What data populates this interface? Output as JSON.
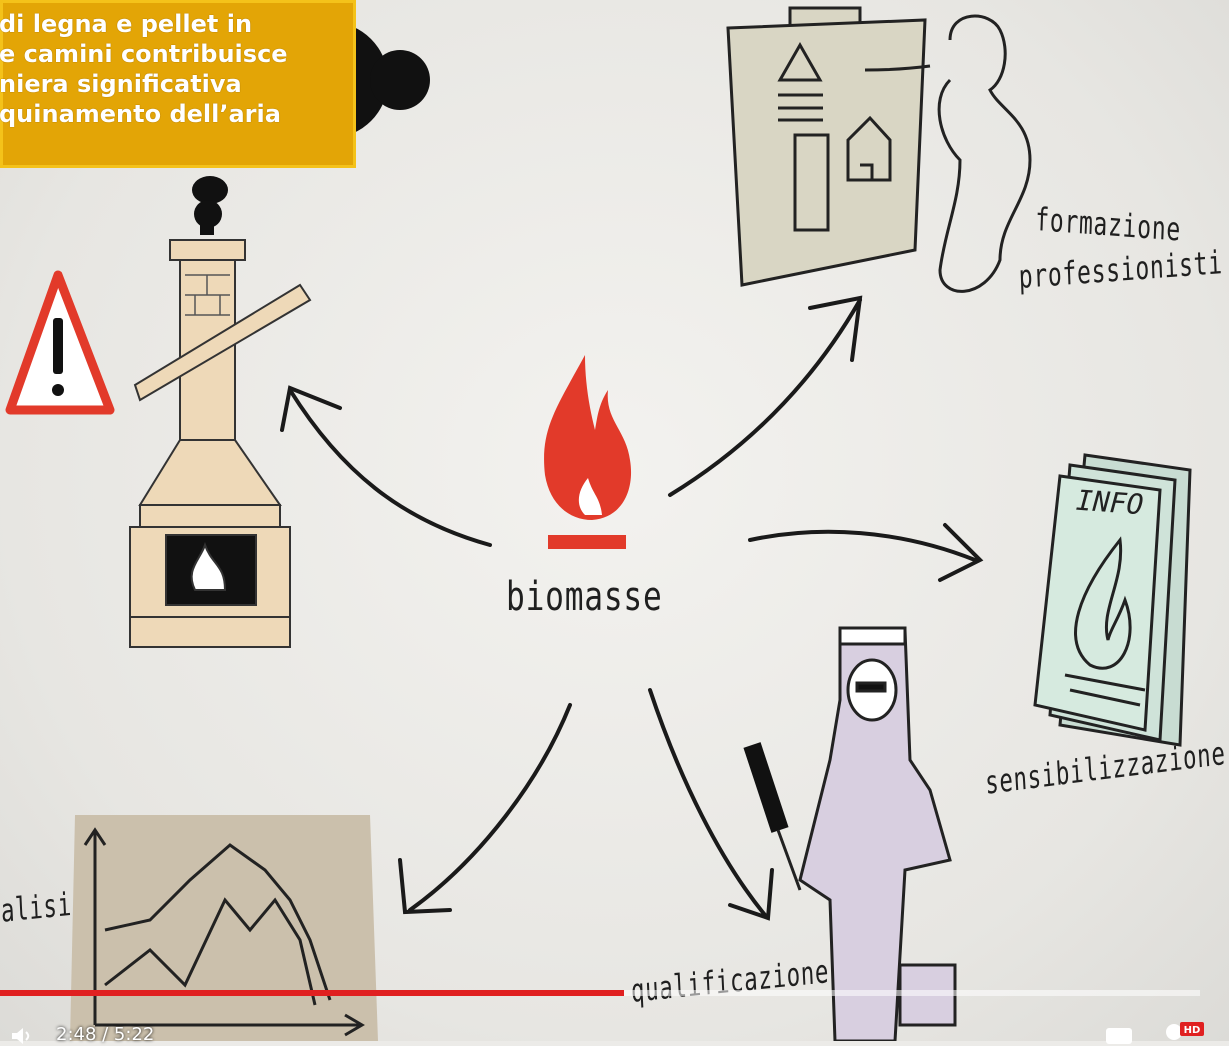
{
  "caption": {
    "lines": [
      "di legna e pellet in",
      "e camini  contribuisce",
      "niera significativa",
      "quinamento dell’aria"
    ]
  },
  "labels": {
    "center": "biomasse",
    "formazione_line1": "formazione",
    "formazione_line2": "professionisti",
    "sensibilizzazione": "sensibilizzazione",
    "analisi": "alisi",
    "qualificazione": "qualificazione",
    "info_sign": "INFO"
  },
  "player": {
    "time": "2:48 / 5:22",
    "progress_fraction": 0.52,
    "hd_badge": "HD",
    "volume_icon": "speaker-icon",
    "settings_icon": "gear-icon"
  },
  "colors": {
    "flame": "#e23a2a",
    "caption_bg": "#e3a506",
    "progress": "#e02020"
  }
}
